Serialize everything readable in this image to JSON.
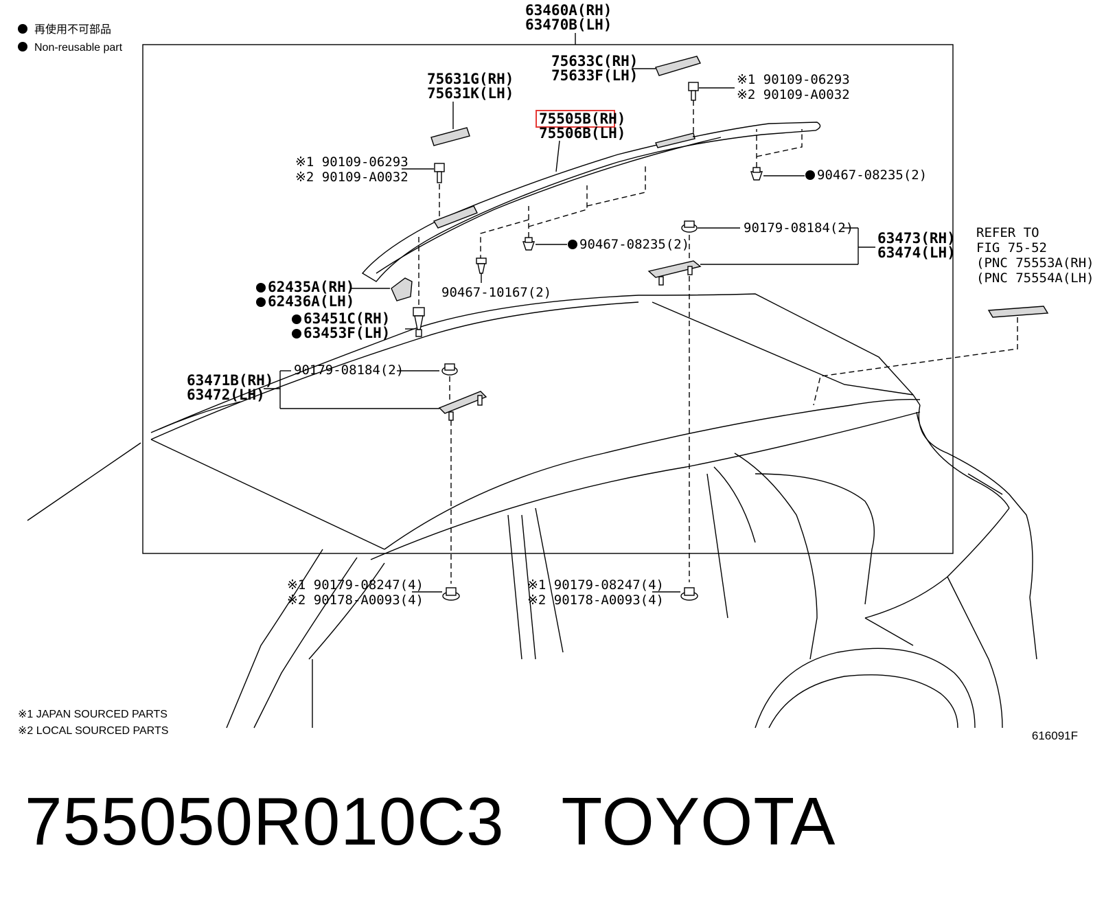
{
  "legend": {
    "jp": "再使用不可部品",
    "en": "Non-reusable part"
  },
  "notes": {
    "n1": "※1  JAPAN SOURCED PARTS",
    "n2": "※2  LOCAL SOURCED PARTS"
  },
  "drawing_code": "616091F",
  "footer": {
    "title": "755050R010C3   TOYOTA"
  },
  "highlight_color": "#e53935",
  "labels": {
    "l63460a": "63460A(RH)",
    "l63470b": "63470B(LH)",
    "l75633c": "75633C(RH)",
    "l75633f": "75633F(LH)",
    "l75631g": "75631G(RH)",
    "l75631k": "75631K(LH)",
    "l75505b": "75505B(RH)",
    "l75506b": "75506B(LH)",
    "r90109a": "※1 90109-06293",
    "r90109b": "※2 90109-A0032",
    "l90109a": "※1 90109-06293",
    "l90109b": "※2 90109-A0032",
    "l90467r": "90467-08235(2)",
    "l90467m": "90467-08235(2)",
    "l90467b": "90467-10167(2)",
    "l90179r": "90179-08184(2)",
    "l63473": "63473(RH)",
    "l63474": "63474(LH)",
    "ref1": "REFER TO",
    "ref2": "FIG 75-52",
    "ref3": "(PNC 75553A(RH))",
    "ref4": "(PNC 75554A(LH))",
    "l62435a": "62435A(RH)",
    "l62436a": "62436A(LH)",
    "l63451c": "63451C(RH)",
    "l63453f": "63453F(LH)",
    "l90179l": "90179-08184(2)",
    "l63471b": "63471B(RH)",
    "l63472": "63472(LH)",
    "b1a": "※1  90179-08247(4)",
    "b1b": "※2  90178-A0093(4)",
    "b2a": "※1  90179-08247(4)",
    "b2b": "※2  90178-A0093(4)"
  }
}
